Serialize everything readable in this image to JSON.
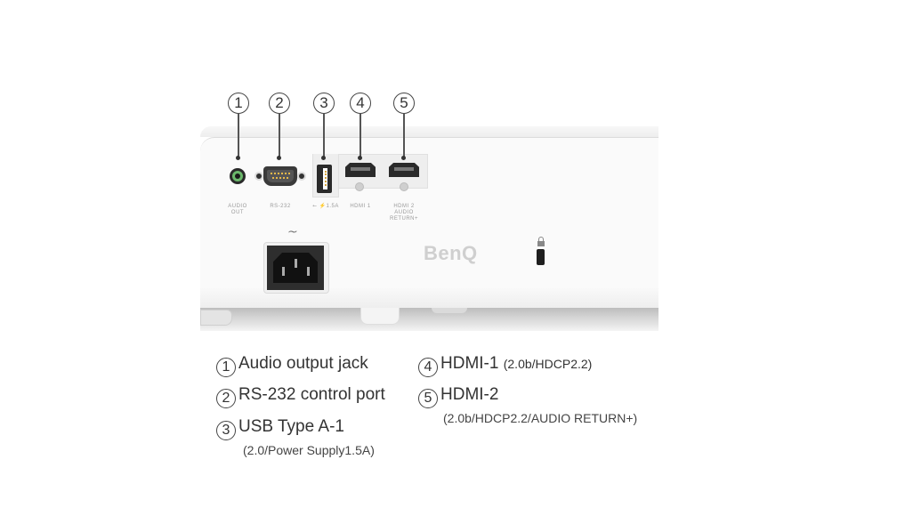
{
  "callouts": [
    "1",
    "2",
    "3",
    "4",
    "5"
  ],
  "port_labels": {
    "audio": "AUDIO OUT",
    "rs232": "RS-232",
    "usb": "⭠ ⚡1.5A",
    "hdmi1": "HDMI 1",
    "hdmi2": "HDMI 2 AUDIO RETURN+"
  },
  "ac_symbol": "~",
  "brand": "BenQ",
  "legend": [
    {
      "num": "1",
      "title": "Audio output jack",
      "detail": ""
    },
    {
      "num": "2",
      "title": "RS-232 control port",
      "detail": ""
    },
    {
      "num": "3",
      "title": "USB Type A-1",
      "detail": "(2.0/Power Supply1.5A)"
    },
    {
      "num": "4",
      "title": "HDMI-1",
      "detail": "(2.0b/HDCP2.2)"
    },
    {
      "num": "5",
      "title": "HDMI-2",
      "detail": "(2.0b/HDCP2.2/AUDIO RETURN+)"
    }
  ],
  "colors": {
    "body": "#fafafa",
    "port_dark": "#222222",
    "audio_ring": "#5fae5f",
    "text": "#333333"
  }
}
